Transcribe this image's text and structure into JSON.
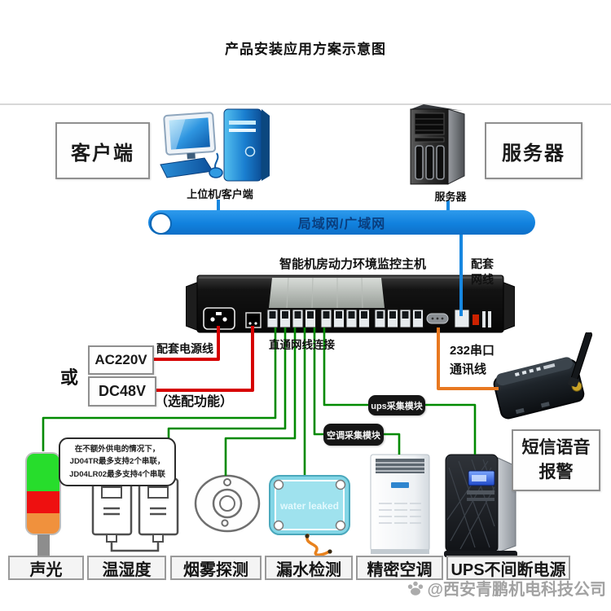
{
  "title": "产品安装应用方案示意图",
  "top": {
    "client_box": "客户端",
    "client_caption": "上位机/客户端",
    "server_caption": "服务器",
    "server_box": "服务器",
    "network_bar": "局域网/广域网"
  },
  "host": {
    "label": "智能机房动力环境监控主机",
    "matching_cable": "配套网线",
    "power_cable_label": "配套电源线",
    "ac_label": "AC220V",
    "or_label": "或",
    "dc_label": "DC48V",
    "optional_label": "（选配功能）",
    "straight_cable_label": "直通网线连接",
    "serial_label_1": "232串口",
    "serial_label_2": "通讯线"
  },
  "modules": {
    "ups_module": "ups采集模块",
    "ac_module": "空调采集模块",
    "sms_line1": "短信语音",
    "sms_line2": "报警"
  },
  "note": {
    "line1": "在不额外供电的情况下，",
    "line2": "JD04TR最多支持2个串联，",
    "line3": "JD04LR02最多支持4个串联"
  },
  "devices": {
    "water_text": "water leaked",
    "labels": [
      "声光",
      "温湿度",
      "烟雾探测",
      "漏水检测",
      "精密空调",
      "UPS不间断电源"
    ]
  },
  "watermark": "@西安青鹏机电科技公司",
  "colors": {
    "network_blue": "#1787e0",
    "line_red": "#d60000",
    "line_green": "#008a00",
    "line_orange": "#e87820"
  }
}
